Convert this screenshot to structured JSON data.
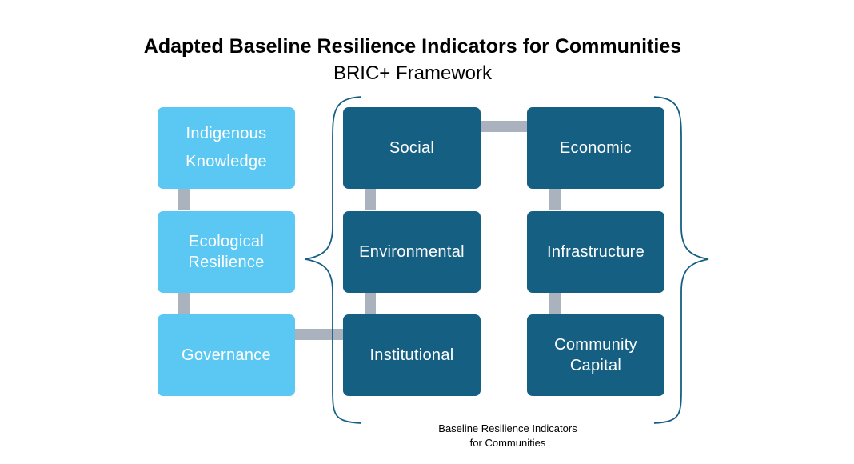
{
  "title": "Adapted Baseline Resilience Indicators for Communities",
  "subtitle": "BRIC+ Framework",
  "left_column": [
    {
      "label": "Indigenous\nKnowledge"
    },
    {
      "label": "Ecological\nResilience"
    },
    {
      "label": "Governance"
    }
  ],
  "grid": {
    "col1": [
      {
        "label": "Social"
      },
      {
        "label": "Environmental"
      },
      {
        "label": "Institutional"
      }
    ],
    "col2": [
      {
        "label": "Economic"
      },
      {
        "label": "Infrastructure"
      },
      {
        "label": "Community\nCapital"
      }
    ]
  },
  "caption": {
    "line1": "Baseline Resilience Indicators",
    "line2": "for Communities"
  },
  "colors": {
    "light_box": "#5bc8f3",
    "dark_box": "#155f83",
    "connector": "#aab3bd",
    "brace": "#155f83"
  }
}
